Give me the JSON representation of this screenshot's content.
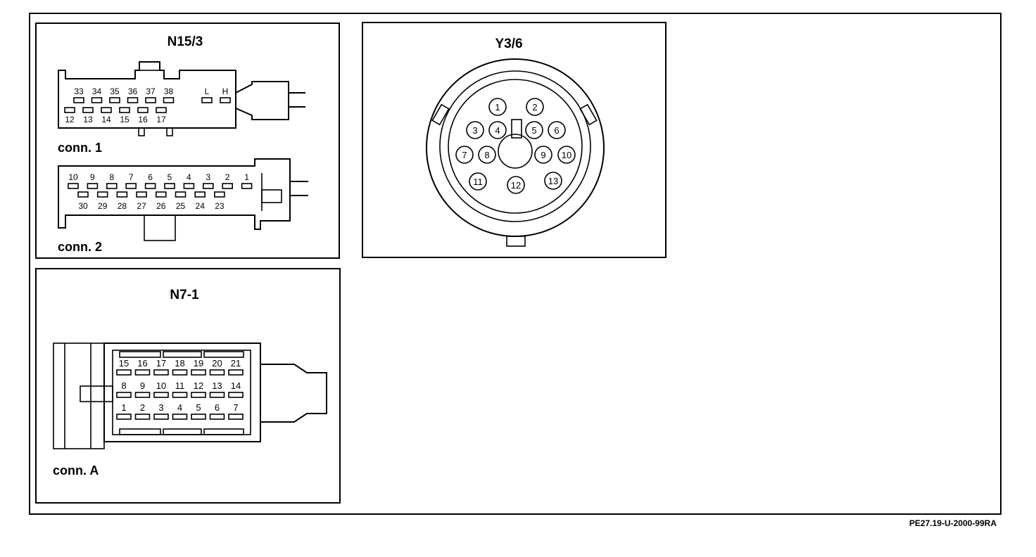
{
  "panels": {
    "n15_3": {
      "title": "N15/3",
      "conn1": {
        "label": "conn. 1",
        "top_pins": [
          "33",
          "34",
          "35",
          "36",
          "37",
          "38"
        ],
        "bottom_pins": [
          "12",
          "13",
          "14",
          "15",
          "16",
          "17"
        ],
        "extra_pins": [
          "L",
          "H"
        ]
      },
      "conn2": {
        "label": "conn. 2",
        "top_pins": [
          "10",
          "9",
          "8",
          "7",
          "6",
          "5",
          "4",
          "3",
          "2",
          "1"
        ],
        "bottom_pins": [
          "30",
          "29",
          "28",
          "27",
          "26",
          "25",
          "24",
          "23"
        ]
      }
    },
    "y3_6": {
      "title": "Y3/6",
      "pins": [
        "1",
        "2",
        "3",
        "4",
        "5",
        "6",
        "7",
        "8",
        "9",
        "10",
        "11",
        "12",
        "13"
      ]
    },
    "n7_1": {
      "title": "N7-1",
      "conn_a": {
        "label": "conn. A",
        "row1": [
          "15",
          "16",
          "17",
          "18",
          "19",
          "20",
          "21"
        ],
        "row2": [
          "8",
          "9",
          "10",
          "11",
          "12",
          "13",
          "14"
        ],
        "row3": [
          "1",
          "2",
          "3",
          "4",
          "5",
          "6",
          "7"
        ]
      }
    }
  },
  "reference": "PE27.19-U-2000-99RA"
}
